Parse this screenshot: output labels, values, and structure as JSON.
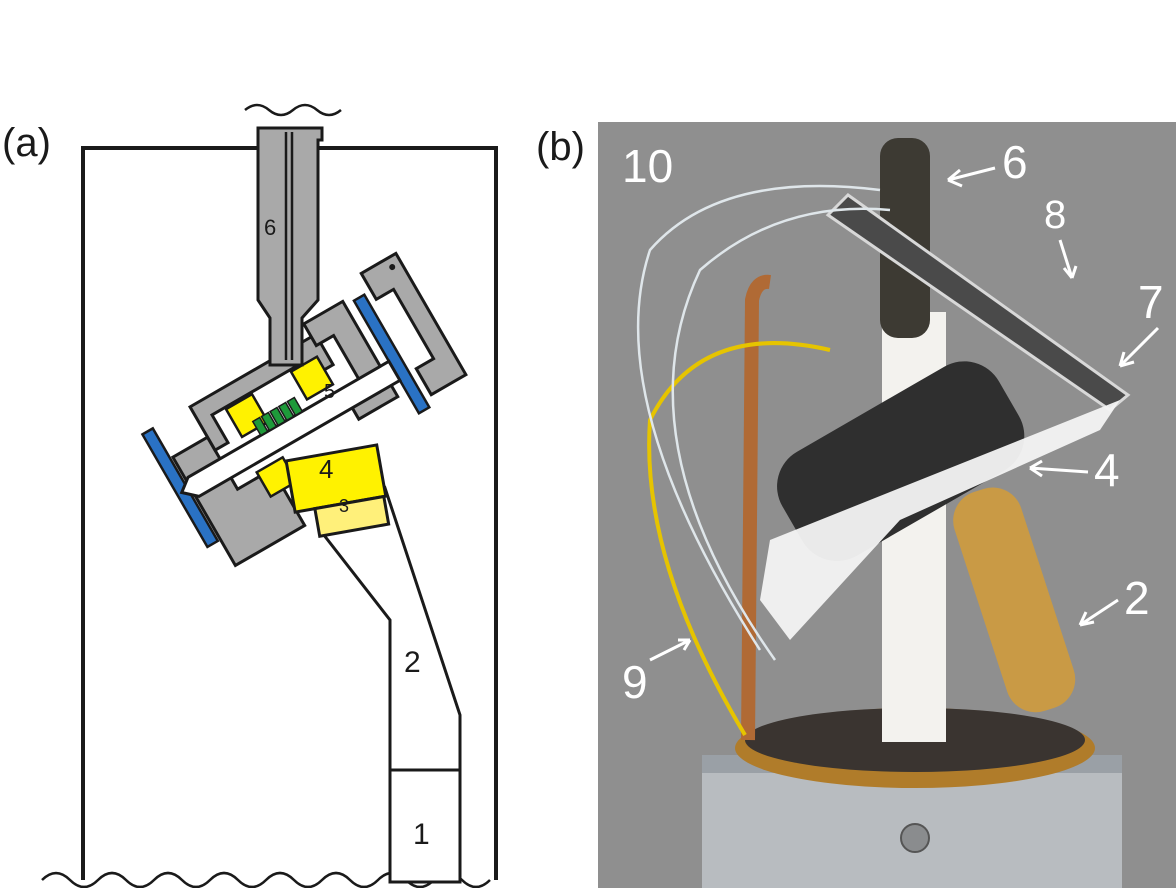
{
  "panels": {
    "a": {
      "label": "(a)"
    },
    "b": {
      "label": "(b)"
    }
  },
  "schematic_labels": {
    "tube_6": "6",
    "shaft_5": "5",
    "block_4": "4",
    "block_3": "3",
    "rod_2": "2",
    "base_1": "1"
  },
  "photo_labels": {
    "n10": "10",
    "n6": "6",
    "n8": "8",
    "n7": "7",
    "n4": "4",
    "n2": "2",
    "n9": "9"
  },
  "colors": {
    "outline": "#1a1a1a",
    "gray_part": "#a9a9a9",
    "blue_part": "#2a72c4",
    "yellow_part": "#fff200",
    "light_yellow_part": "#fff07a",
    "green_coil": "#1e9a3a",
    "photo_bg": "#8f8f8f"
  }
}
